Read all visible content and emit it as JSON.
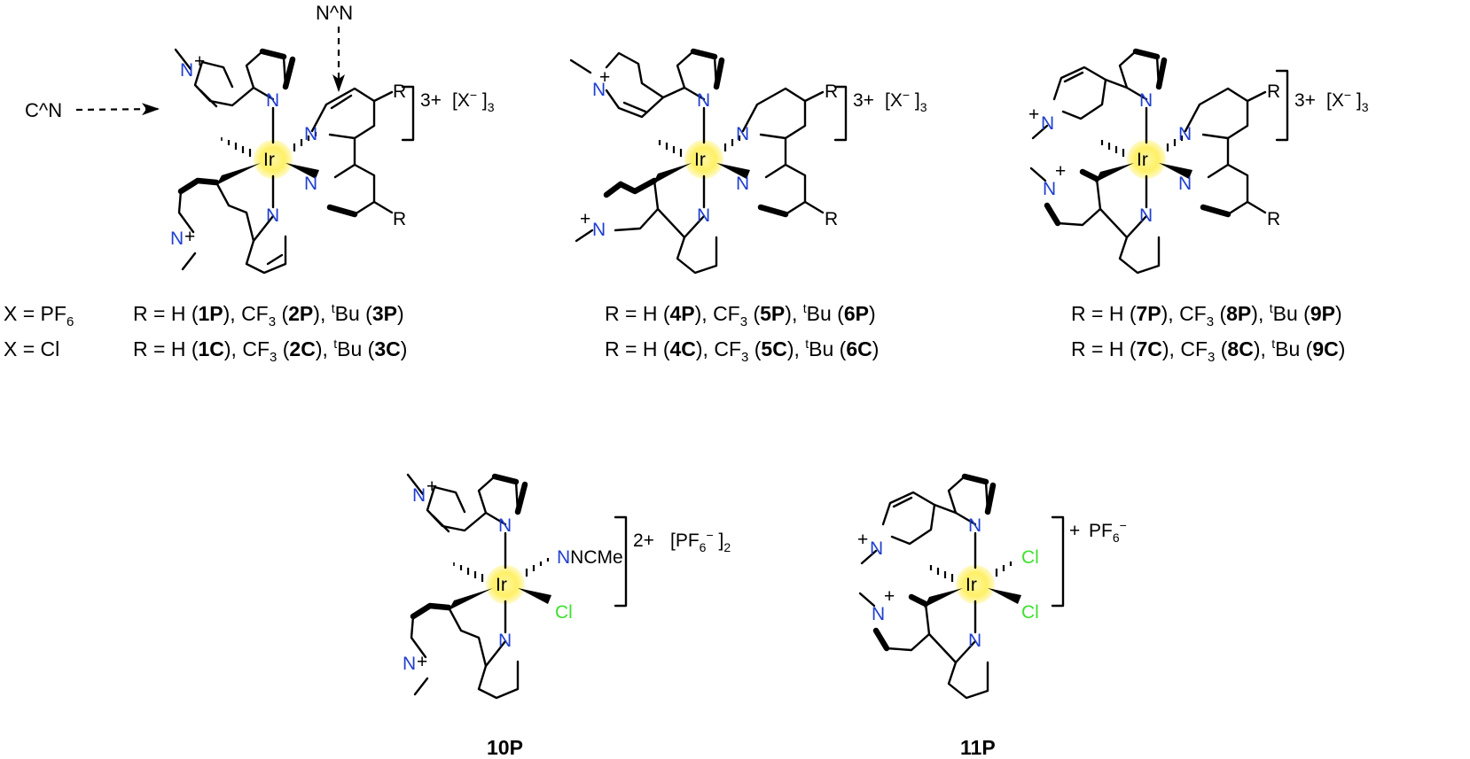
{
  "colors": {
    "nitrogen": "#1f3fd0",
    "chlorine": "#3fe030",
    "iridium_glow": "#fff066",
    "bond": "#000000"
  },
  "atoms": {
    "iridium": "Ir",
    "nitrogen": "N",
    "chlorine": "Cl",
    "nitrile": "NCMe",
    "substituent": "R",
    "plus": "+"
  },
  "annotations": {
    "cn_ligand": "C^N",
    "nn_ligand": "N^N"
  },
  "counterions": {
    "triple": {
      "charge": "3+",
      "anion": "[X",
      "anion_sup": "−",
      "bracket_close": " ]",
      "sub": "3"
    },
    "c10": {
      "charge": "2+",
      "anion": "[PF",
      "sub6": "6",
      "sup": "−",
      "bracket_close": " ]",
      "sub2": "2"
    },
    "c11": {
      "charge": "+",
      "anion": "PF",
      "sub6": "6",
      "sup": "−"
    }
  },
  "captions": {
    "x_pf6": {
      "lead": "X = PF",
      "sub": "6"
    },
    "x_cl": {
      "lead": "X = Cl"
    },
    "lines": [
      {
        "t0": "R = H (",
        "id1": "1P",
        "t1": "), CF",
        "t2": " (",
        "id2": "2P",
        "t3": "), ",
        "tb": "Bu (",
        "id3": "3P",
        "t4": ")"
      },
      {
        "t0": "R = H (",
        "id1": "1C",
        "t1": "), CF",
        "t2": " (",
        "id2": "2C",
        "t3": "), ",
        "tb": "Bu (",
        "id3": "3C",
        "t4": ")"
      },
      {
        "t0": "R = H (",
        "id1": "4P",
        "t1": "), CF",
        "t2": " (",
        "id2": "5P",
        "t3": "), ",
        "tb": "Bu (",
        "id3": "6P",
        "t4": ")"
      },
      {
        "t0": "R = H (",
        "id1": "4C",
        "t1": "), CF",
        "t2": " (",
        "id2": "5C",
        "t3": "), ",
        "tb": "Bu (",
        "id3": "6C",
        "t4": ")"
      },
      {
        "t0": "R = H (",
        "id1": "7P",
        "t1": "), CF",
        "t2": " (",
        "id2": "8P",
        "t3": "), ",
        "tb": "Bu (",
        "id3": "9P",
        "t4": ")"
      },
      {
        "t0": "R = H (",
        "id1": "7C",
        "t1": "), CF",
        "t2": " (",
        "id2": "8C",
        "t3": "), ",
        "tb": "Bu (",
        "id3": "9C",
        "t4": ")"
      }
    ],
    "sub3": "3",
    "sup_t": "t",
    "compound_10": "10P",
    "compound_11": "11P"
  }
}
